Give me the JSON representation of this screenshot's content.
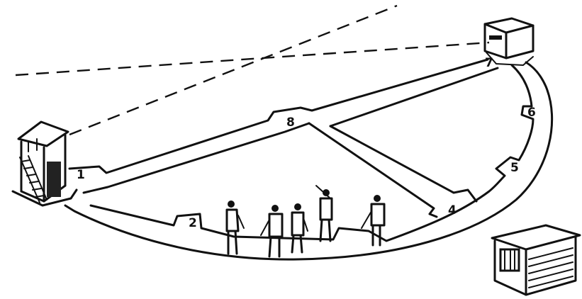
{
  "diagram": {
    "stations": [
      {
        "id": "station-1",
        "label": "1"
      },
      {
        "id": "station-2",
        "label": "2"
      },
      {
        "id": "station-4",
        "label": "4"
      },
      {
        "id": "station-5",
        "label": "5"
      },
      {
        "id": "station-6",
        "label": "6"
      },
      {
        "id": "station-7",
        "label": "7"
      },
      {
        "id": "station-8",
        "label": "8"
      }
    ]
  }
}
